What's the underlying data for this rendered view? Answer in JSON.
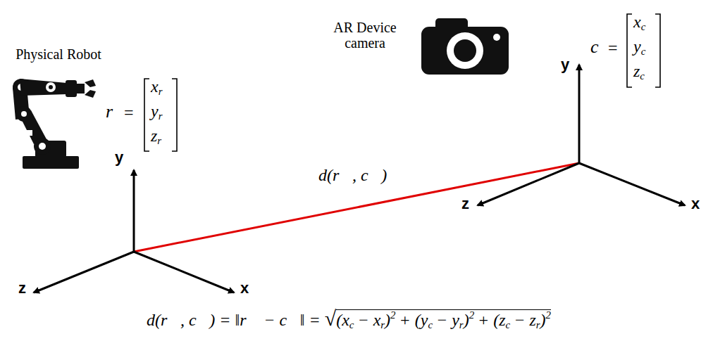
{
  "diagram": {
    "labels": [
      "Physical Robot",
      "AR Device camera",
      "r⃗",
      "=",
      "x",
      "r",
      "y",
      "r",
      "z",
      "r",
      "c⃗",
      "=",
      "x",
      "c",
      "y",
      "c",
      "z",
      "c",
      "y",
      "z",
      "x",
      "y",
      "z",
      "x",
      "d(r⃗, c⃗)",
      "d(r⃗, c⃗) = ‖r⃗ − c⃗‖ =",
      "√",
      "(x",
      "c",
      "− x",
      "r",
      ")",
      "2",
      "+ (y",
      "c",
      "− y",
      "r",
      ")",
      "2",
      "+ (z",
      "c",
      "− z",
      "r",
      ")",
      "2"
    ]
  }
}
